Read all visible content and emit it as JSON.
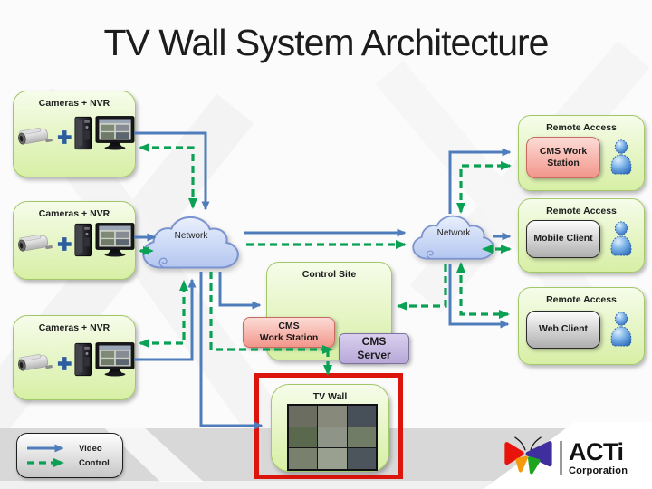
{
  "title": "TV Wall System Architecture",
  "camera_boxes": [
    {
      "label": "Cameras + NVR"
    },
    {
      "label": "Cameras + NVR"
    },
    {
      "label": "Cameras + NVR"
    }
  ],
  "network": {
    "left_label": "Network",
    "right_label": "Network"
  },
  "control_site": {
    "title": "Control Site",
    "workstation": {
      "line1": "CMS",
      "line2": "Work Station"
    },
    "server": {
      "line1": "CMS",
      "line2": "Server"
    }
  },
  "tv_wall": {
    "label": "TV Wall"
  },
  "remote_access": [
    {
      "title": "Remote Access",
      "client": "CMS Work Station"
    },
    {
      "title": "Remote Access",
      "client": "Mobile Client"
    },
    {
      "title": "Remote Access",
      "client": "Web Client"
    }
  ],
  "legend": {
    "video": "Video",
    "control": "Control"
  },
  "logo": {
    "brand": "ACTi",
    "subtitle": "Corporation"
  },
  "colors": {
    "video_line": "#4f7dbb",
    "control_line": "#0ba155",
    "highlight_frame": "#dc150c",
    "system_box_border": "#a3c869"
  }
}
